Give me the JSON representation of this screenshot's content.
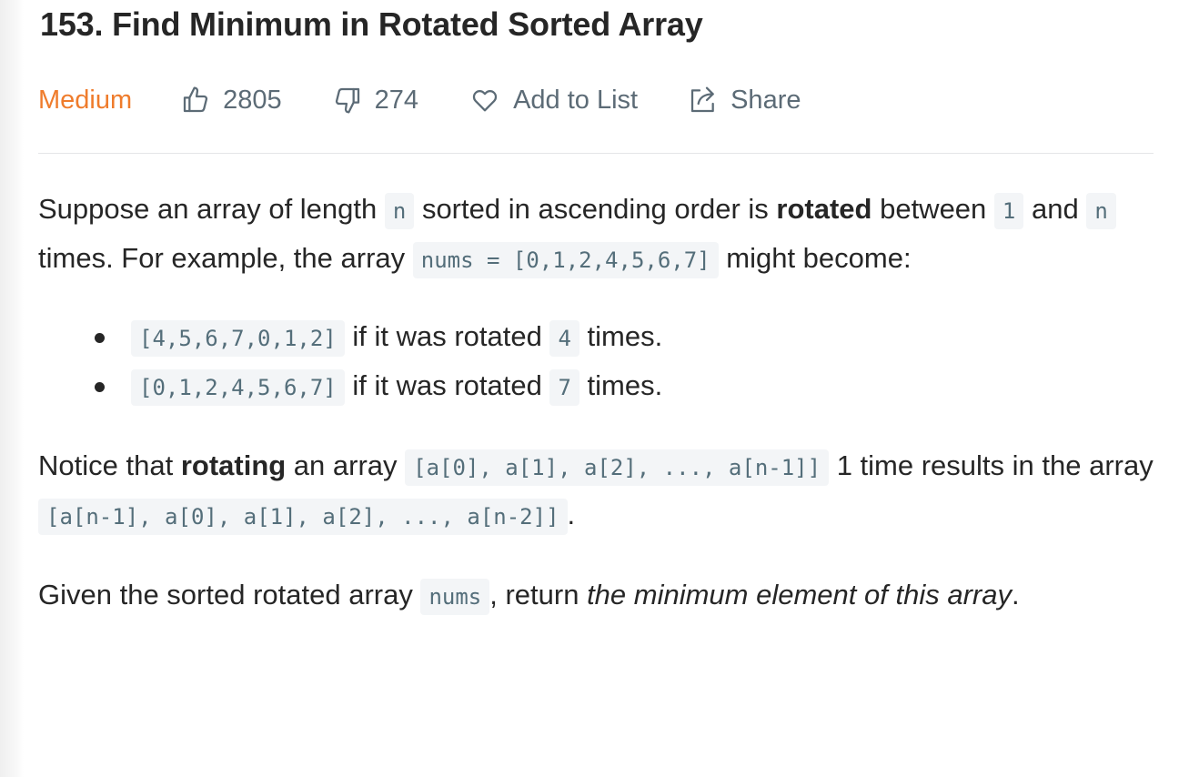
{
  "problem": {
    "title": "153. Find Minimum in Rotated Sorted Array",
    "difficulty": "Medium",
    "likes": "2805",
    "dislikes": "274",
    "add_to_list_label": "Add to List",
    "share_label": "Share"
  },
  "description": {
    "p1": {
      "t1": "Suppose an array of length ",
      "c1": "n",
      "t2": " sorted in ascending order is ",
      "b1": "rotated",
      "t3": " between ",
      "c2": "1",
      "t4": " and ",
      "c3": "n",
      "t5": " times. For example, the array ",
      "c4": "nums = [0,1,2,4,5,6,7]",
      "t6": " might become:"
    },
    "examples": [
      {
        "code": "[4,5,6,7,0,1,2]",
        "text1": " if it was rotated ",
        "count": "4",
        "text2": " times."
      },
      {
        "code": "[0,1,2,4,5,6,7]",
        "text1": " if it was rotated ",
        "count": "7",
        "text2": " times."
      }
    ],
    "p2": {
      "t1": "Notice that ",
      "b1": "rotating",
      "t2": " an array ",
      "c1": "[a[0], a[1], a[2], ..., a[n-1]]",
      "t3": " 1 time results in the array ",
      "c2": "[a[n-1], a[0], a[1], a[2], ..., a[n-2]]",
      "t4": "."
    },
    "p3": {
      "t1": "Given the sorted rotated array ",
      "c1": "nums",
      "t2": ", return ",
      "i1": "the minimum element of this array",
      "t3": "."
    }
  },
  "colors": {
    "difficulty_medium": "#ef7c2c",
    "meta_text": "#5c6b76",
    "code_bg": "#f3f5f7",
    "code_text": "#546e7a"
  },
  "icons": {
    "like": "thumbs-up-icon",
    "dislike": "thumbs-down-icon",
    "add_to_list": "heart-icon",
    "share": "share-icon"
  }
}
